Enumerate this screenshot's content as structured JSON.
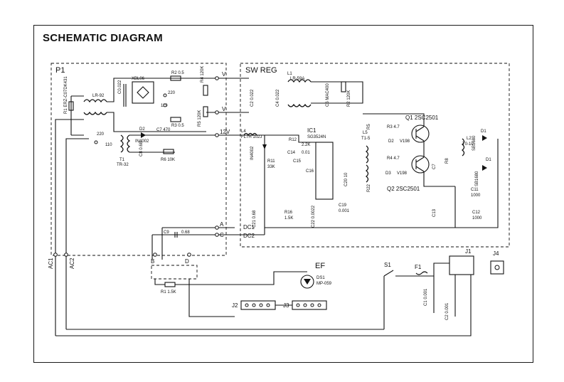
{
  "title": "SCHEMATIC DIAGRAM",
  "blocks": {
    "p1": "P1",
    "swreg": "SW REG",
    "ic1": "IC1",
    "ic1_part": "SG3524N",
    "ef": "EF"
  },
  "nodes": {
    "v1": "V",
    "v2": "V",
    "v12": "12V",
    "a": "A",
    "c": "C",
    "b": "B",
    "d": "D",
    "dc1": "DC1",
    "dc2": "DC2",
    "ac1": "AC1",
    "ac2": "AC2"
  },
  "connectors": {
    "j1": "J1",
    "j2": "J2",
    "j3": "J3",
    "j4": "J4",
    "s1": "S1",
    "f1": "F1"
  },
  "transistors": {
    "q1": "Q1 2SC2501",
    "q2": "Q2 2SC2501"
  },
  "tap_labels": {
    "t220a": "220",
    "t110a": "110",
    "t220b": "220",
    "t110b": "110"
  },
  "components": {
    "r1": "R1 ERZ-C07DK431",
    "lr92": "LR-92",
    "xbl06": "XBL06",
    "r2": "R2 0.5",
    "r3": "R3 0.5",
    "r4": "R4 120K",
    "r5": "R5 120K",
    "t1": "T1",
    "t1_part": "TR-32",
    "d2": "D2",
    "d2_part": "IN4002",
    "c7": "C7 470",
    "r6": "R6 10K",
    "c8": "C8 0.68",
    "l1": "L1",
    "l1_part": "LR-59A",
    "c2": "C2 0.022",
    "c4": "C4 0.022",
    "c6": "C6 MAC400",
    "r2b": "R2 120K",
    "l4": "L4",
    "l4_part": "FL7H 102J",
    "d4": "D4",
    "d4_part": "IN4002",
    "r12": "R12",
    "r12v": "2.2K",
    "c14": "C14",
    "c14v": "0.01",
    "c15": "C15",
    "c16": "C16",
    "r11": "R11",
    "r11v": "33K",
    "c19": "C19",
    "c19v": "0.001",
    "c20": "C20 10",
    "c21": "C21 0.68",
    "c22": "C22 0.0022",
    "r16": "R16",
    "r16v": "1.5K",
    "l5": "L5",
    "l5_part": "T1-5",
    "r3b": "R3 4.7",
    "r4b": "R4 4.7",
    "d2b": "D2",
    "d2b_part": "V198",
    "d3": "D3",
    "d3_part": "V198",
    "r5b": "R5",
    "r8": "R8",
    "r22": "R22",
    "c7b": "C7",
    "l2": "L2",
    "l2_part": "T0-10",
    "d1": "D1",
    "d1_part": "SB1680",
    "d1b": "D1",
    "d1b_part": "SB1680",
    "c11": "C11",
    "c11v": "1000",
    "c12": "C12",
    "c12v": "1000",
    "c13": "C13",
    "c9": "C9",
    "c9v": "0.68",
    "r1b": "R1 1.5K",
    "ds1": "DS1",
    "ds1_part": "MP-059",
    "c1": "C1 0.001",
    "c2b": "C2 0.001"
  }
}
